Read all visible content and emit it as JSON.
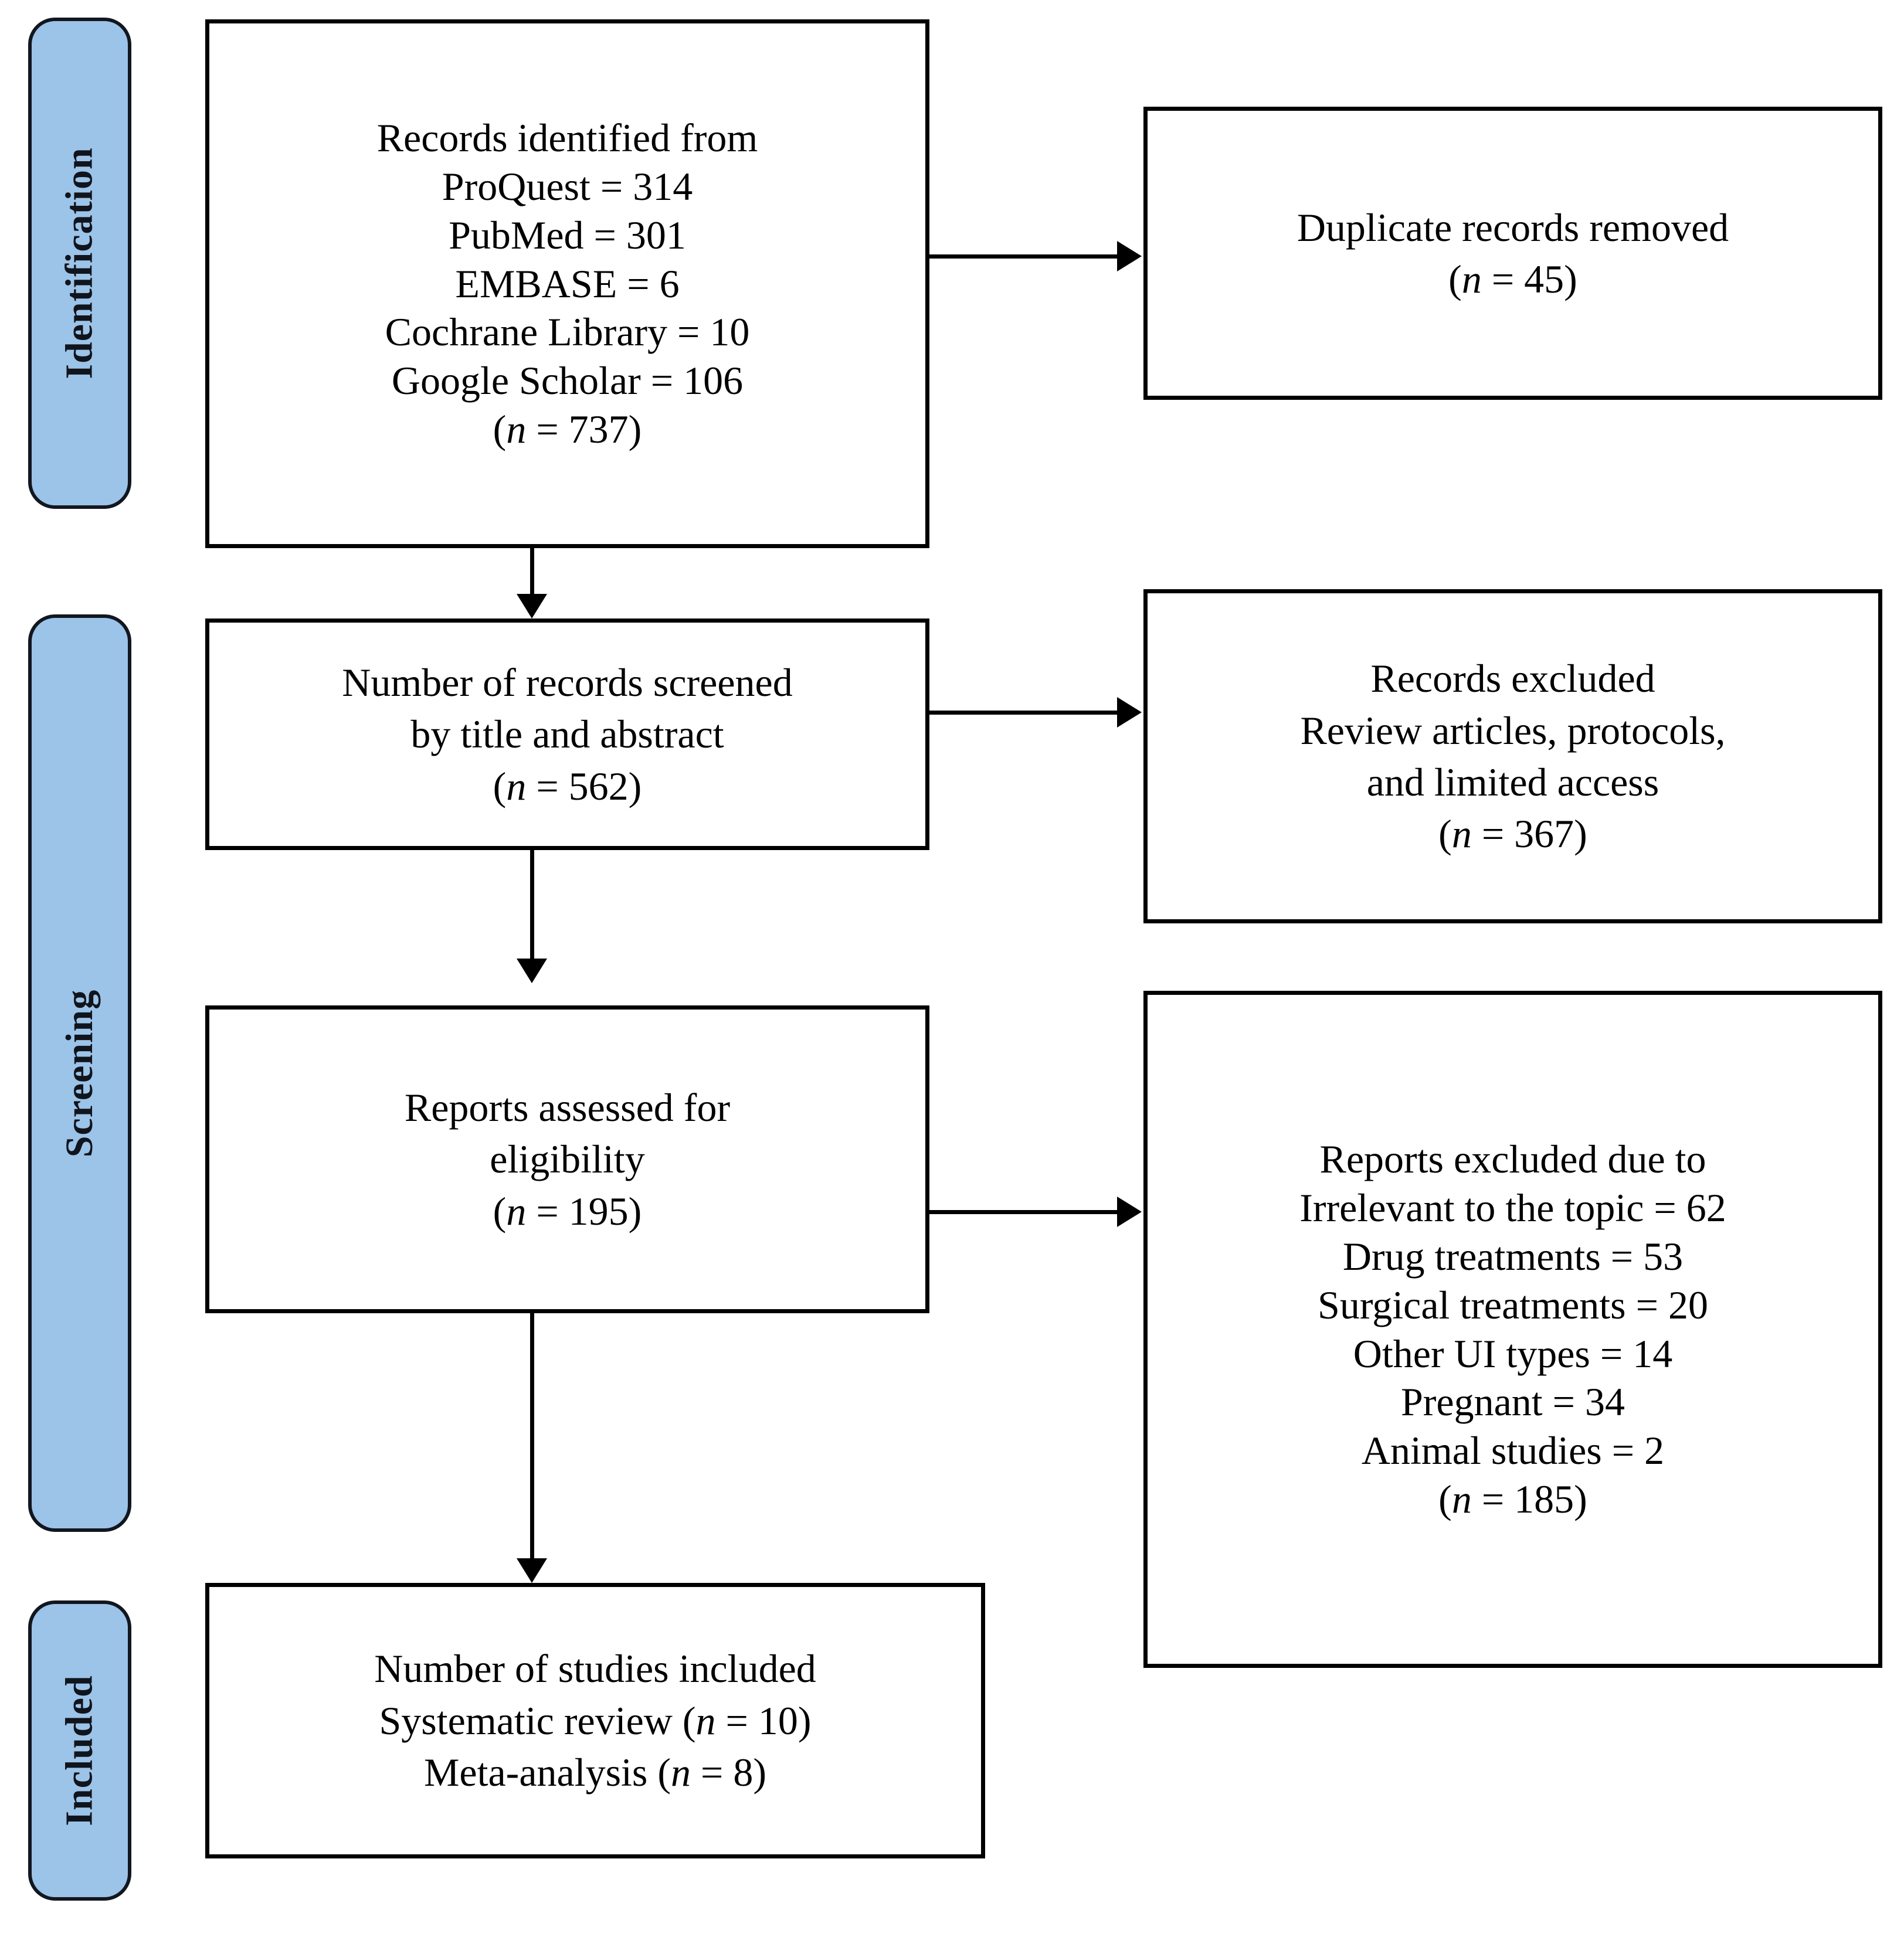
{
  "diagram": {
    "title": "PRISMA flow diagram",
    "type": "prisma-flow-diagram",
    "accent_color": "#9CC3E8",
    "border_color": "#000000",
    "background_color": "#FFFFFF"
  },
  "stages": [
    {
      "id": "identification",
      "label": "Identification"
    },
    {
      "id": "screening",
      "label": "Screening"
    },
    {
      "id": "included",
      "label": "Included"
    }
  ],
  "boxes": {
    "records_identified": {
      "lines": [
        "Records identified from",
        "ProQuest = 314",
        "PubMed = 301",
        "EMBASE = 6",
        "Cochrane Library = 10",
        "Google Scholar = 106",
        "(n = 737)"
      ],
      "total_n": 737,
      "sources": [
        {
          "name": "ProQuest",
          "count": 314
        },
        {
          "name": "PubMed",
          "count": 301
        },
        {
          "name": "EMBASE",
          "count": 6
        },
        {
          "name": "Cochrane Library",
          "count": 10
        },
        {
          "name": "Google Scholar",
          "count": 106
        }
      ]
    },
    "duplicates_removed": {
      "lines": [
        "Duplicate records removed",
        "(n = 45)"
      ],
      "total_n": 45
    },
    "records_screened": {
      "lines": [
        "Number of records screened",
        "by title and abstract",
        "(n = 562)"
      ],
      "total_n": 562
    },
    "records_excluded": {
      "lines": [
        "Records excluded",
        "Review articles, protocols,",
        "and limited access",
        "(n = 367)"
      ],
      "total_n": 367
    },
    "reports_assessed": {
      "lines": [
        "Reports assessed for",
        "eligibility",
        "(n = 195)"
      ],
      "total_n": 195
    },
    "reports_excluded": {
      "lines": [
        "Reports excluded due to",
        "Irrelevant to the topic = 62",
        "Drug treatments = 53",
        "Surgical treatments = 20",
        "Other UI types = 14",
        "Pregnant = 34",
        "Animal studies = 2",
        "(n = 185)"
      ],
      "total_n": 185,
      "reasons": [
        {
          "reason": "Irrelevant to the topic",
          "count": 62
        },
        {
          "reason": "Drug treatments",
          "count": 53
        },
        {
          "reason": "Surgical treatments",
          "count": 20
        },
        {
          "reason": "Other UI types",
          "count": 14
        },
        {
          "reason": "Pregnant",
          "count": 34
        },
        {
          "reason": "Animal studies",
          "count": 2
        }
      ]
    },
    "studies_included": {
      "lines": [
        "Number of studies included",
        "Systematic review (n = 10)",
        "Meta-analysis (n = 8)"
      ],
      "systematic_review_n": 10,
      "meta_analysis_n": 8
    }
  },
  "connectors": [
    {
      "id": "identified-to-duplicates",
      "direction": "right"
    },
    {
      "id": "identified-to-screened",
      "direction": "down"
    },
    {
      "id": "screened-to-excluded",
      "direction": "right"
    },
    {
      "id": "screened-to-assessed",
      "direction": "down"
    },
    {
      "id": "assessed-to-reports-excluded",
      "direction": "right"
    },
    {
      "id": "assessed-to-included",
      "direction": "down"
    }
  ]
}
